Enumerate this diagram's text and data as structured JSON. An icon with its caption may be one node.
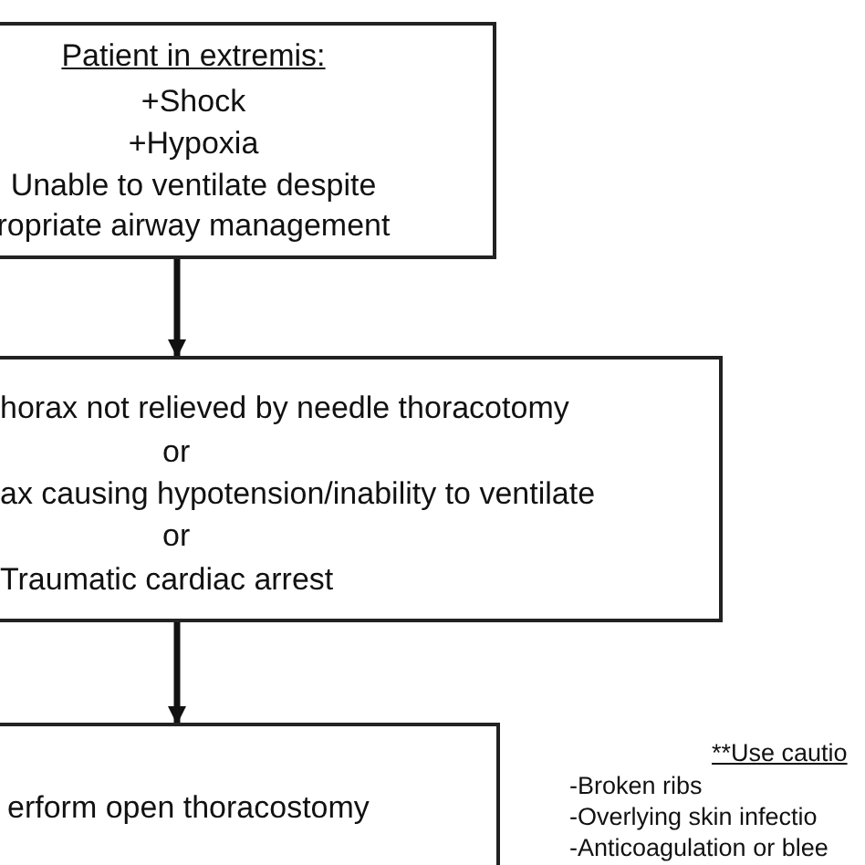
{
  "diagram": {
    "nodes": [
      {
        "text": [
          "Patient in extremis:",
          "+Shock",
          "+Hypoxia",
          "Unable to ventilate despite ropriate airway management"
        ]
      },
      {
        "text": [
          "horax not relieved by needle thoracotomy",
          "or",
          "ax causing hypotension/inability to ventilate",
          "or",
          "Traumatic cardiac arrest"
        ]
      },
      {
        "text": [
          "erform open thoracostomy"
        ]
      }
    ],
    "edges": [
      {
        "from": 0,
        "to": 1,
        "arrow": "to"
      },
      {
        "from": 1,
        "to": 2,
        "arrow": "to"
      }
    ],
    "labels": [
      "**Use cautio",
      "-Broken ribs",
      "-Overlying skin infectio",
      "-Anticoagulation or blee"
    ]
  }
}
